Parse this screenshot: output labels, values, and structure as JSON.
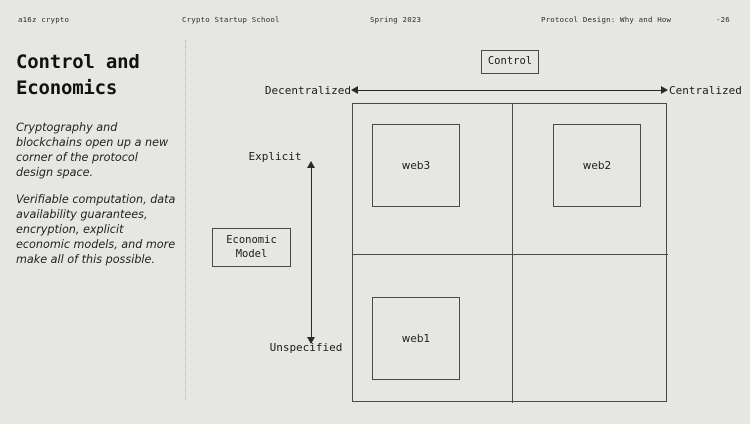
{
  "slide": {
    "background_color": "#e6e6e2",
    "ink_color": "#1c1c1c",
    "rule_color": "#4a4a4a"
  },
  "header": {
    "organization": "a16z crypto",
    "course": "Crypto Startup School",
    "term": "Spring 2023",
    "lecture": "Protocol Design: Why and How",
    "page_number": "-26"
  },
  "title": "Control and\nEconomics",
  "body": {
    "paragraphs": [
      "Cryptography and blockchains open up a new corner of the protocol design space.",
      "Verifiable computation, data availability guarantees, encryption, explicit economic models, and more make all of this possible."
    ]
  },
  "callouts": {
    "control": "Control",
    "economic_model": "Economic\nModel"
  },
  "chart_data": {
    "type": "scatter",
    "title": "Control and Economics",
    "xlabel": "Control",
    "ylabel": "Economic Model",
    "x_axis": {
      "left_label": "Decentralized",
      "right_label": "Centralized",
      "arrow": "double"
    },
    "y_axis": {
      "top_label": "Explicit",
      "bottom_label": "Unspecified",
      "arrow": "double"
    },
    "grid": "2x2-quadrants",
    "legend": "none",
    "quadrants": [
      {
        "id": "top-left",
        "x_position": "Decentralized",
        "y_position": "Explicit",
        "label": "web3"
      },
      {
        "id": "top-right",
        "x_position": "Centralized",
        "y_position": "Explicit",
        "label": "web2"
      },
      {
        "id": "bottom-left",
        "x_position": "Decentralized",
        "y_position": "Unspecified",
        "label": "web1"
      },
      {
        "id": "bottom-right",
        "x_position": "Centralized",
        "y_position": "Unspecified",
        "label": ""
      }
    ]
  }
}
